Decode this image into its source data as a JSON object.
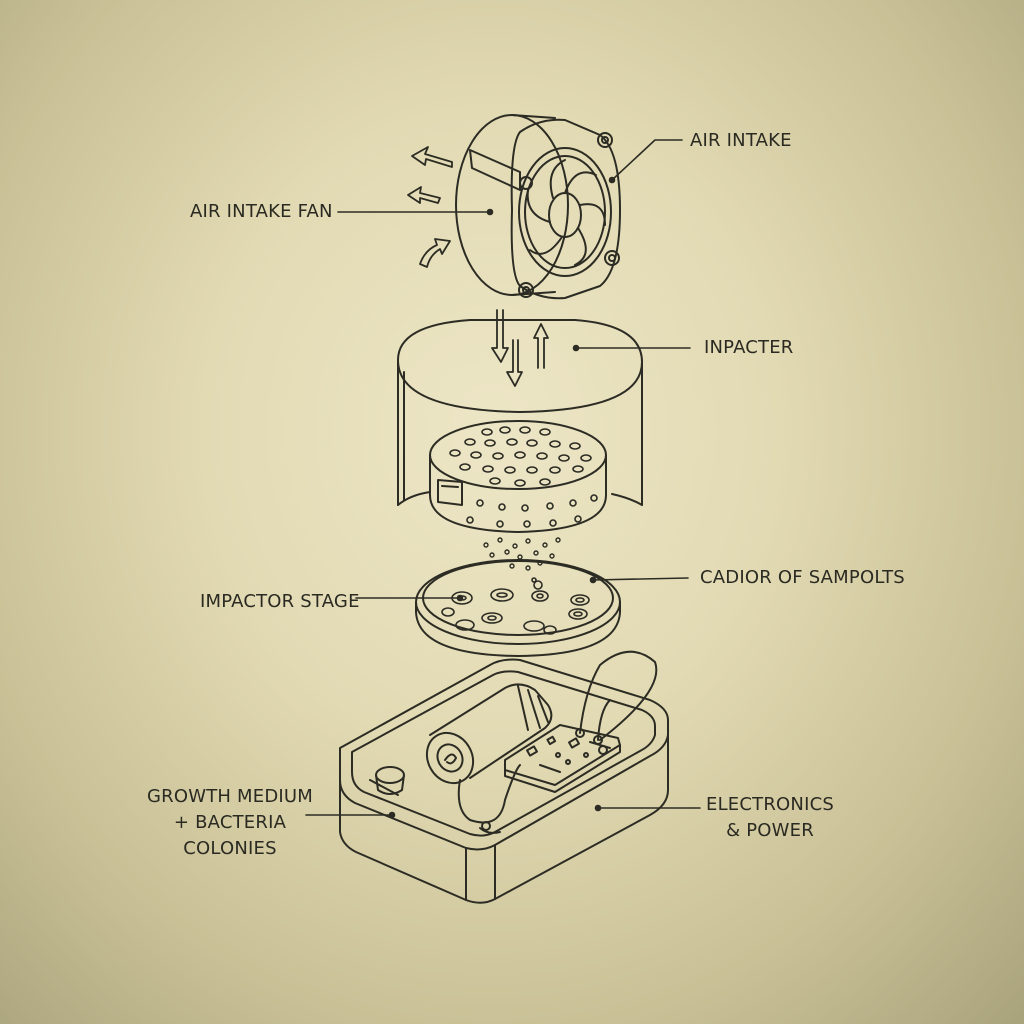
{
  "labels": {
    "air_intake_fan": "AIR INTAKE FAN",
    "air_intake": "AIR INTAKE",
    "inpacter": "INPACTER",
    "impactor_stage": "IMPACTOR STAGE",
    "cadior_of_sampolts": "CADIOR OF SAMPOLTS",
    "growth_medium": [
      "GROWTH MEDIUM",
      "+ BACTERIA",
      "COLONIES"
    ],
    "electronics": [
      "ELECTRONICS",
      "& POWER"
    ]
  },
  "colors": {
    "line": "#2c2c24",
    "background_center": "#ede6c6",
    "background_edge": "#a9a37c"
  }
}
